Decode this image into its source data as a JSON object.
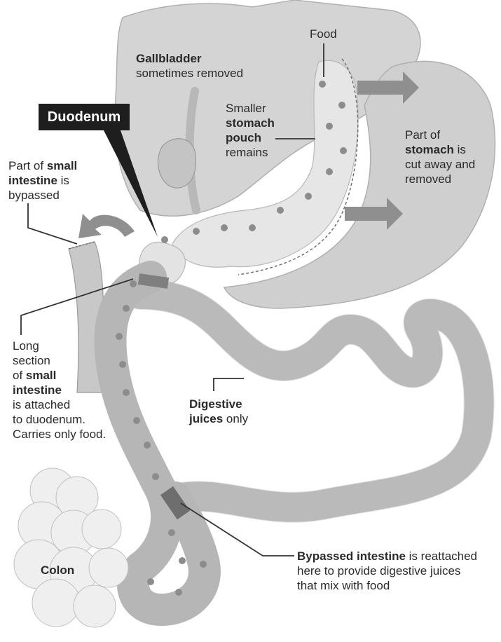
{
  "labels": {
    "food": "Food",
    "gallbladder": {
      "bold": "Gallbladder",
      "rest": "sometimes removed"
    },
    "duodenum": "Duodenum",
    "stomach_pouch": {
      "line1": "Smaller",
      "bold1": "stomach",
      "bold2": "pouch",
      "line4": "remains"
    },
    "stomach_removed": {
      "line1": "Part of",
      "bold": "stomach",
      "bold_suffix": " is",
      "line3": "cut away and",
      "line4": "removed"
    },
    "small_intestine_bypassed": {
      "line1_pre": "Part of ",
      "line1_bold": "small",
      "line2_bold": "intestine",
      "line2_suffix": " is",
      "line3": "bypassed"
    },
    "long_section": {
      "line1": "Long",
      "line2": "section",
      "line3_pre": "of ",
      "line3_bold": "small",
      "line4_bold": "intestine",
      "line5": "is attached",
      "line6": "to duodenum.",
      "line7": "Carries only food."
    },
    "digestive": {
      "bold1": "Digestive",
      "bold2": "juices",
      "suffix": " only"
    },
    "colon": "Colon",
    "bypassed_intestine": {
      "bold": "Bypassed intestine",
      "suffix": " is reattached",
      "line2": "here to provide digestive juices",
      "line3": "that mix with food"
    }
  },
  "colors": {
    "liver": "#d4d4d4",
    "stomach_removed": "#cfcfcf",
    "pouch": "#e6e6e6",
    "intestine_food": "#bdbdbd",
    "intestine_juice": "#c8c8c8",
    "band": "#8a8a8a",
    "food_dot": "#8c8c8c",
    "colon": "#efefef",
    "arrow": "#8f8f8f"
  }
}
